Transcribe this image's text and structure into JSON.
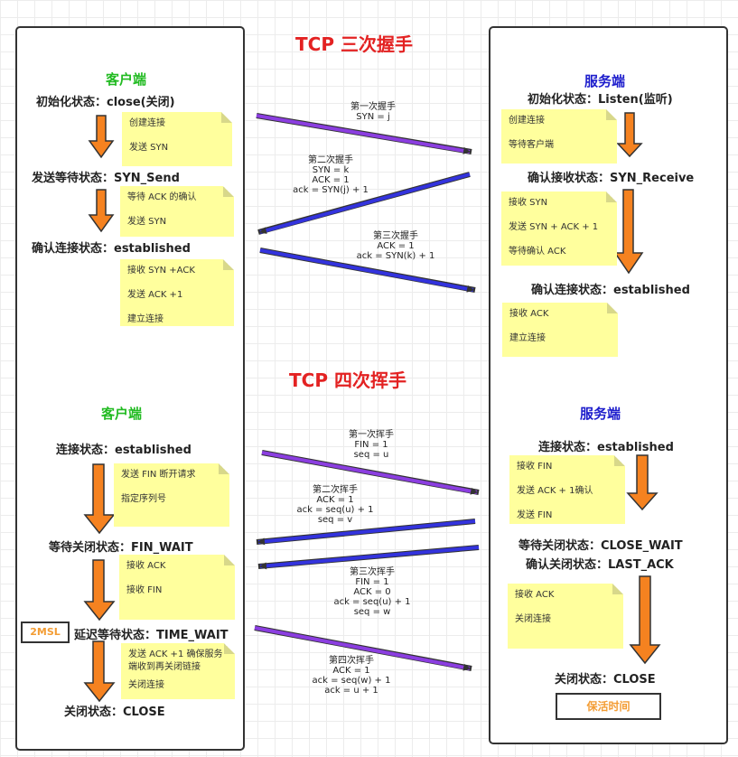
{
  "handshake": {
    "title": "TCP 三次握手",
    "client": {
      "label": "客户端",
      "states": [
        "初始化状态：close(关闭)",
        "发送等待状态：SYN_Send",
        "确认连接状态：established"
      ],
      "notes": [
        [
          "创建连接",
          "发送 SYN"
        ],
        [
          "等待 ACK 的确认",
          "发送 SYN"
        ],
        [
          "接收 SYN +ACK",
          "发送 ACK +1",
          "建立连接"
        ]
      ]
    },
    "server": {
      "label": "服务端",
      "states": [
        "初始化状态：Listen(监听)",
        "确认接收状态：SYN_Receive",
        "确认连接状态：established"
      ],
      "notes": [
        [
          "创建连接",
          "等待客户端"
        ],
        [
          "接收 SYN",
          "发送 SYN + ACK + 1",
          "等待确认 ACK"
        ],
        [
          "接收 ACK",
          "建立连接"
        ]
      ]
    },
    "messages": [
      [
        "第一次握手",
        "SYN = j"
      ],
      [
        "第二次握手",
        "SYN = k",
        "ACK = 1",
        "ack = SYN(j) + 1"
      ],
      [
        "第三次握手",
        "ACK = 1",
        "ack = SYN(k) + 1"
      ]
    ]
  },
  "wave": {
    "title": "TCP 四次挥手",
    "client": {
      "label": "客户端",
      "states": [
        "连接状态：established",
        "等待关闭状态：FIN_WAIT",
        "延迟等待状态：TIME_WAIT",
        "关闭状态：CLOSE"
      ],
      "notes": [
        [
          "发送 FIN 断开请求",
          "指定序列号"
        ],
        [
          "接收 ACK",
          "接收 FIN"
        ],
        [
          "发送 ACK +1 确保服务端收到再关闭链接",
          "关闭连接"
        ]
      ],
      "timer_label": "2MSL"
    },
    "server": {
      "label": "服务端",
      "states": [
        "连接状态：established",
        "等待关闭状态：CLOSE_WAIT",
        "确认关闭状态：LAST_ACK",
        "关闭状态：CLOSE"
      ],
      "notes": [
        [
          "接收 FIN",
          "发送 ACK + 1确认",
          "发送 FIN"
        ],
        [
          "接收 ACK",
          "关闭连接"
        ]
      ],
      "keepalive_label": "保活时间"
    },
    "messages": [
      [
        "第一次挥手",
        "FIN = 1",
        "seq = u"
      ],
      [
        "第二次挥手",
        "ACK = 1",
        "ack = seq(u) + 1",
        "seq = v"
      ],
      [
        "第三次挥手",
        "FIN = 1",
        "ACK = 0",
        "ack = seq(u) + 1",
        "seq = w"
      ],
      [
        "第四次挥手",
        "ACK = 1",
        "ack = seq(w) + 1",
        "ack = u + 1"
      ]
    ]
  },
  "colors": {
    "title": "#e32222",
    "client_label": "#22bb22",
    "server_label": "#1d1dcc",
    "state_arrow": "#f58220",
    "note_bg": "#ffff9d",
    "msg_purple": "#8b3ee0",
    "msg_blue": "#3333dd"
  }
}
